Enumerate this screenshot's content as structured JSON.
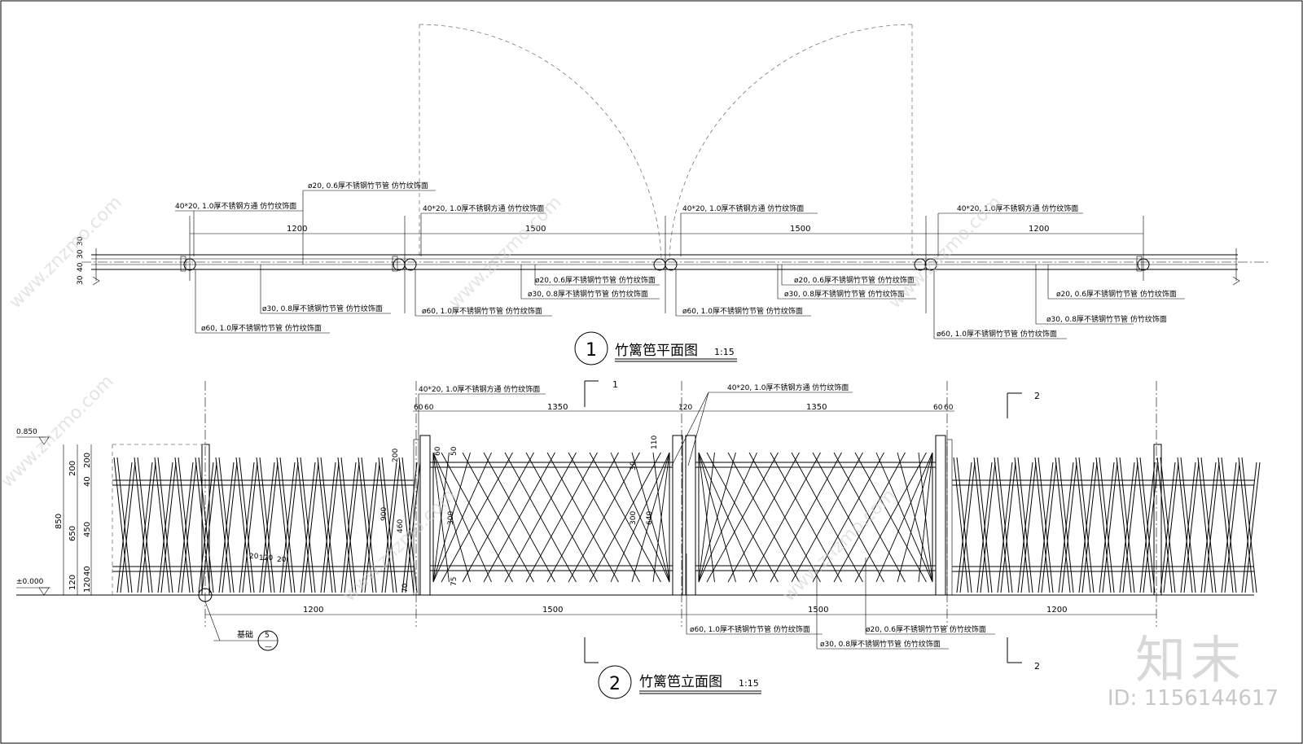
{
  "plan": {
    "title": "竹篱笆平面图",
    "scale": "1:15",
    "number": "1",
    "dims": [
      "1200",
      "1500",
      "1500",
      "1200"
    ],
    "side_dims": [
      "30",
      "40",
      "30",
      "30"
    ],
    "notes": {
      "top_a": "ø20, 0.6厚不锈钢竹节管 仿竹纹饰面",
      "top_b": "40*20, 1.0厚不锈钢方通 仿竹纹饰面",
      "top_c": "40*20, 1.0厚不锈钢方通 仿竹纹饰面",
      "top_d": "40*20, 1.0厚不锈钢方通 仿竹纹饰面",
      "top_e": "40*20, 1.0厚不锈钢方通 仿竹纹饰面",
      "b1_30": "ø30, 0.8厚不锈钢竹节管 仿竹纹饰面",
      "b1_60": "ø60, 1.0厚不锈钢竹节管 仿竹纹饰面",
      "b2_20": "ø20, 0.6厚不锈钢竹节管 仿竹纹饰面",
      "b2_30": "ø30, 0.8厚不锈钢竹节管 仿竹纹饰面",
      "b2_60": "ø60, 1.0厚不锈钢竹节管 仿竹纹饰面",
      "b3_20": "ø20, 0.6厚不锈钢竹节管 仿竹纹饰面",
      "b3_30": "ø30, 0.8厚不锈钢竹节管 仿竹纹饰面",
      "b3_60": "ø60, 1.0厚不锈钢竹节管 仿竹纹饰面",
      "b4_20": "ø20, 0.6厚不锈钢竹节管 仿竹纹饰面",
      "b4_30": "ø30, 0.8厚不锈钢竹节管 仿竹纹饰面",
      "b4_60": "ø60, 1.0厚不锈钢竹节管 仿竹纹饰面"
    }
  },
  "elevation": {
    "title": "竹篱笆立面图",
    "scale": "1:15",
    "number": "2",
    "dims": [
      "1200",
      "1500",
      "1500",
      "1200"
    ],
    "top_dims": [
      "60",
      "60",
      "1350",
      "120",
      "1350",
      "60",
      "60"
    ],
    "levels": {
      "top": "0.850",
      "base": "±0.000"
    },
    "left_dims": [
      "200",
      "650",
      "120",
      "850",
      "200",
      "40",
      "450",
      "40",
      "120"
    ],
    "inner_dims": [
      "200",
      "900",
      "460",
      "50",
      "60",
      "110",
      "30",
      "300",
      "300",
      "640",
      "75",
      "70",
      "20",
      "120",
      "20"
    ],
    "section_marks": [
      "1",
      "2",
      "2"
    ],
    "foundation": {
      "label": "基础",
      "num": "5",
      "sub": "—"
    },
    "notes": {
      "t1": "40*20, 1.0厚不锈钢方通 仿竹纹饰面",
      "t2": "40*20, 1.0厚不锈钢方通 仿竹纹饰面",
      "c60": "ø60, 1.0厚不锈钢竹节管 仿竹纹饰面",
      "c20": "ø20, 0.6厚不锈钢竹节管 仿竹纹饰面",
      "c30": "ø30, 0.8厚不锈钢竹节管 仿竹纹饰面"
    }
  },
  "watermark": {
    "site": "www.znzmo.com",
    "brand": "知末",
    "id": "ID: 1156144617"
  }
}
